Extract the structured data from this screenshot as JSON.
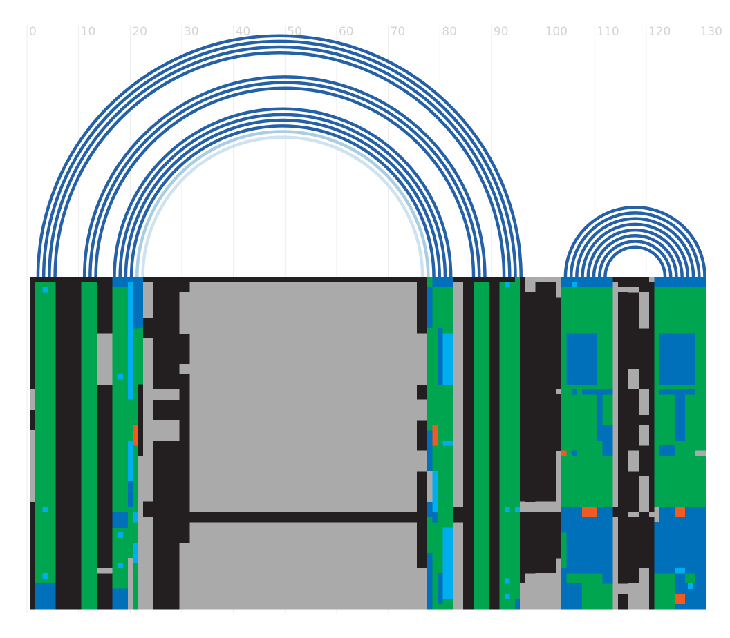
{
  "chart_data": {
    "type": "heatmap",
    "title": "",
    "xlabel": "",
    "ylabel": "",
    "xlim": [
      0,
      131
    ],
    "x_ticks": [
      0,
      10,
      20,
      30,
      40,
      50,
      60,
      70,
      80,
      90,
      100,
      110,
      120,
      130
    ],
    "grid": true,
    "rows": 65,
    "colors": {
      "black": "#231f20",
      "grey": "#aaaaaa",
      "green": "#00a550",
      "blue": "#0070bb",
      "cyan": "#00aeef",
      "orange": "#f15a22",
      "arc_dark": "#2461a8",
      "arc_light": "#a9cde3",
      "arc_faint": "#cfe2ef"
    },
    "columns": [
      {
        "x0": 0,
        "x1": 1,
        "c": "black",
        "o": [
          [
            22,
            26,
            "grey"
          ],
          [
            30,
            44,
            "grey"
          ]
        ]
      },
      {
        "x0": 1,
        "x1": 5,
        "c": "green",
        "o": [
          [
            0,
            1,
            "black"
          ],
          [
            60,
            65,
            "blue"
          ]
        ],
        "p": [
          [
            2,
            2,
            "cyan"
          ],
          [
            45,
            45,
            "cyan"
          ],
          [
            58,
            58,
            "cyan"
          ],
          [
            62,
            62,
            "blue"
          ]
        ]
      },
      {
        "x0": 5,
        "x1": 10,
        "c": "black"
      },
      {
        "x0": 10,
        "x1": 13,
        "c": "green",
        "o": [
          [
            0,
            1,
            "black"
          ]
        ]
      },
      {
        "x0": 13,
        "x1": 16,
        "c": "black",
        "o": [
          [
            11,
            21,
            "grey"
          ],
          [
            57,
            58,
            "grey"
          ]
        ]
      },
      {
        "x0": 16,
        "x1": 19,
        "c": "green",
        "o": [
          [
            0,
            2,
            "blue"
          ],
          [
            46,
            49,
            "blue"
          ],
          [
            61,
            65,
            "blue"
          ]
        ],
        "p": [
          [
            19,
            19,
            "cyan"
          ],
          [
            50,
            50,
            "cyan"
          ],
          [
            56,
            56,
            "cyan"
          ]
        ]
      },
      {
        "x0": 19,
        "x1": 20,
        "c": "cyan",
        "o": [
          [
            0,
            1,
            "blue"
          ],
          [
            24,
            32,
            "green"
          ],
          [
            40,
            45,
            "blue"
          ],
          [
            45,
            55,
            "green"
          ],
          [
            55,
            65,
            "grey"
          ]
        ]
      },
      {
        "x0": 20,
        "x1": 21,
        "c": "green",
        "o": [
          [
            0,
            2,
            "blue"
          ],
          [
            2,
            10,
            "blue"
          ],
          [
            29,
            33,
            "orange"
          ],
          [
            46,
            48,
            "cyan"
          ],
          [
            52,
            56,
            "cyan"
          ]
        ]
      },
      {
        "x0": 21,
        "x1": 22,
        "c": "blue",
        "o": [
          [
            10,
            21,
            "green"
          ],
          [
            21,
            35,
            "black"
          ],
          [
            35,
            65,
            "grey"
          ]
        ]
      },
      {
        "x0": 22,
        "x1": 24,
        "c": "grey",
        "o": [
          [
            0,
            1,
            "black"
          ],
          [
            8,
            12,
            "black"
          ],
          [
            44,
            47,
            "black"
          ]
        ]
      },
      {
        "x0": 24,
        "x1": 29,
        "c": "black",
        "o": [
          [
            22,
            24,
            "grey"
          ],
          [
            28,
            32,
            "grey"
          ]
        ]
      },
      {
        "x0": 29,
        "x1": 31,
        "c": "black",
        "o": [
          [
            3,
            11,
            "grey"
          ],
          [
            17,
            19,
            "grey"
          ],
          [
            52,
            65,
            "grey"
          ]
        ]
      },
      {
        "x0": 31,
        "x1": 76,
        "c": "grey",
        "o": [
          [
            0,
            1,
            "black"
          ],
          [
            46,
            48,
            "black"
          ]
        ]
      },
      {
        "x0": 75,
        "x1": 77,
        "c": "black",
        "o": [
          [
            11,
            21,
            "grey"
          ],
          [
            24,
            28,
            "grey"
          ],
          [
            34,
            38,
            "grey"
          ],
          [
            57,
            65,
            "grey"
          ]
        ]
      },
      {
        "x0": 77,
        "x1": 78,
        "c": "blue",
        "o": [
          [
            0,
            2,
            "green"
          ],
          [
            10,
            30,
            "green"
          ],
          [
            38,
            44,
            "grey"
          ],
          [
            47,
            54,
            "green"
          ]
        ]
      },
      {
        "x0": 78,
        "x1": 79,
        "c": "green",
        "o": [
          [
            0,
            2,
            "blue"
          ],
          [
            29,
            33,
            "orange"
          ],
          [
            38,
            46,
            "cyan"
          ],
          [
            46,
            48,
            "blue"
          ]
        ]
      },
      {
        "x0": 79,
        "x1": 80,
        "c": "green",
        "o": [
          [
            0,
            2,
            "blue"
          ],
          [
            10,
            21,
            "blue"
          ],
          [
            58,
            64,
            "blue"
          ]
        ]
      },
      {
        "x0": 80,
        "x1": 82,
        "c": "green",
        "o": [
          [
            0,
            2,
            "blue"
          ],
          [
            11,
            21,
            "cyan"
          ],
          [
            32,
            33,
            "cyan"
          ],
          [
            49,
            63,
            "cyan"
          ]
        ]
      },
      {
        "x0": 82,
        "x1": 84,
        "c": "grey",
        "o": [
          [
            0,
            1,
            "black"
          ],
          [
            45,
            48,
            "black"
          ]
        ]
      },
      {
        "x0": 84,
        "x1": 86,
        "c": "black"
      },
      {
        "x0": 86,
        "x1": 89,
        "c": "green",
        "o": [
          [
            0,
            1,
            "black"
          ]
        ]
      },
      {
        "x0": 89,
        "x1": 91,
        "c": "black"
      },
      {
        "x0": 91,
        "x1": 94,
        "c": "green",
        "o": [
          [
            0,
            1,
            "black"
          ]
        ],
        "p": [
          [
            1,
            1,
            "cyan"
          ],
          [
            45,
            45,
            "cyan"
          ],
          [
            59,
            59,
            "cyan"
          ],
          [
            62,
            62,
            "cyan"
          ]
        ]
      },
      {
        "x0": 94,
        "x1": 95,
        "c": "blue",
        "o": [
          [
            0,
            63,
            "green"
          ],
          [
            45,
            46,
            "cyan"
          ]
        ]
      },
      {
        "x0": 95,
        "x1": 96,
        "c": "black",
        "o": [
          [
            44,
            46,
            "grey"
          ],
          [
            60,
            65,
            "grey"
          ]
        ]
      },
      {
        "x0": 96,
        "x1": 98,
        "c": "grey",
        "o": [
          [
            3,
            44,
            "black"
          ],
          [
            46,
            58,
            "black"
          ]
        ]
      },
      {
        "x0": 98,
        "x1": 102,
        "c": "black",
        "o": [
          [
            0,
            1,
            "grey"
          ],
          [
            44,
            46,
            "grey"
          ],
          [
            58,
            62,
            "grey"
          ],
          [
            62,
            65,
            "grey"
          ]
        ]
      },
      {
        "x0": 102,
        "x1": 103,
        "c": "grey",
        "o": [
          [
            4,
            22,
            "black"
          ],
          [
            23,
            34,
            "black"
          ],
          [
            46,
            55,
            "black"
          ]
        ]
      },
      {
        "x0": 103,
        "x1": 104,
        "c": "green",
        "o": [
          [
            0,
            2,
            "blue"
          ],
          [
            34,
            35,
            "orange"
          ],
          [
            45,
            50,
            "blue"
          ],
          [
            57,
            65,
            "blue"
          ]
        ]
      },
      {
        "x0": 104,
        "x1": 107,
        "c": "green",
        "o": [
          [
            0,
            2,
            "blue"
          ],
          [
            11,
            21,
            "blue"
          ],
          [
            45,
            58,
            "blue"
          ],
          [
            60,
            65,
            "blue"
          ]
        ],
        "p": [
          [
            1,
            1,
            "cyan"
          ],
          [
            22,
            22,
            "blue"
          ],
          [
            34,
            34,
            "blue"
          ]
        ]
      },
      {
        "x0": 107,
        "x1": 110,
        "c": "green",
        "o": [
          [
            0,
            2,
            "blue"
          ],
          [
            11,
            21,
            "blue"
          ],
          [
            22,
            23,
            "blue"
          ],
          [
            45,
            47,
            "orange"
          ],
          [
            47,
            58,
            "blue"
          ]
        ]
      },
      {
        "x0": 110,
        "x1": 111,
        "c": "green",
        "o": [
          [
            0,
            2,
            "blue"
          ],
          [
            22,
            32,
            "blue"
          ],
          [
            45,
            58,
            "blue"
          ]
        ]
      },
      {
        "x0": 111,
        "x1": 113,
        "c": "green",
        "o": [
          [
            0,
            2,
            "blue"
          ],
          [
            22,
            23,
            "blue"
          ],
          [
            29,
            35,
            "blue"
          ],
          [
            45,
            60,
            "blue"
          ]
        ]
      },
      {
        "x0": 113,
        "x1": 114,
        "c": "grey",
        "o": [
          [
            0,
            1,
            "black"
          ],
          [
            45,
            47,
            "black"
          ]
        ]
      },
      {
        "x0": 114,
        "x1": 116,
        "c": "grey",
        "o": [
          [
            0,
            2,
            "black"
          ],
          [
            3,
            50,
            "black"
          ],
          [
            50,
            60,
            "black"
          ],
          [
            62,
            65,
            "black"
          ]
        ]
      },
      {
        "x0": 116,
        "x1": 118,
        "c": "black",
        "o": [
          [
            2,
            3,
            "grey"
          ],
          [
            18,
            22,
            "grey"
          ],
          [
            34,
            38,
            "grey"
          ],
          [
            46,
            47,
            "grey"
          ],
          [
            60,
            65,
            "grey"
          ]
        ]
      },
      {
        "x0": 118,
        "x1": 120,
        "c": "black",
        "o": [
          [
            3,
            10,
            "grey"
          ],
          [
            22,
            27,
            "grey"
          ],
          [
            29,
            33,
            "grey"
          ],
          [
            39,
            46,
            "grey"
          ],
          [
            57,
            65,
            "grey"
          ]
        ]
      },
      {
        "x0": 120,
        "x1": 121,
        "c": "black",
        "o": [
          [
            0,
            1,
            "grey"
          ],
          [
            46,
            47,
            "grey"
          ]
        ]
      },
      {
        "x0": 121,
        "x1": 122,
        "c": "green",
        "o": [
          [
            0,
            2,
            "blue"
          ],
          [
            45,
            48,
            "grey"
          ],
          [
            48,
            58,
            "blue"
          ]
        ]
      },
      {
        "x0": 122,
        "x1": 125,
        "c": "green",
        "o": [
          [
            0,
            2,
            "blue"
          ],
          [
            11,
            21,
            "blue"
          ],
          [
            22,
            23,
            "blue"
          ],
          [
            33,
            35,
            "blue"
          ],
          [
            45,
            58,
            "blue"
          ]
        ]
      },
      {
        "x0": 125,
        "x1": 127,
        "c": "green",
        "o": [
          [
            0,
            2,
            "blue"
          ],
          [
            11,
            21,
            "blue"
          ],
          [
            22,
            32,
            "blue"
          ],
          [
            45,
            47,
            "orange"
          ],
          [
            47,
            65,
            "blue"
          ],
          [
            57,
            58,
            "cyan"
          ],
          [
            62,
            64,
            "orange"
          ]
        ]
      },
      {
        "x0": 127,
        "x1": 129,
        "c": "green",
        "o": [
          [
            0,
            2,
            "blue"
          ],
          [
            11,
            21,
            "blue"
          ],
          [
            22,
            23,
            "blue"
          ],
          [
            45,
            58,
            "blue"
          ],
          [
            60,
            65,
            "blue"
          ]
        ],
        "p": [
          [
            60,
            60,
            "cyan"
          ]
        ]
      },
      {
        "x0": 129,
        "x1": 131,
        "c": "green",
        "o": [
          [
            0,
            2,
            "blue"
          ],
          [
            34,
            35,
            "grey"
          ],
          [
            45,
            65,
            "blue"
          ]
        ]
      }
    ],
    "arcs": [
      {
        "x0": 1.6,
        "x1": 95.2,
        "c": "arc_dark"
      },
      {
        "x0": 2.7,
        "x1": 94.1,
        "c": "arc_dark"
      },
      {
        "x0": 3.8,
        "x1": 93.0,
        "c": "arc_dark"
      },
      {
        "x0": 4.9,
        "x1": 91.9,
        "c": "arc_dark"
      },
      {
        "x0": 10.6,
        "x1": 88.2,
        "c": "arc_dark"
      },
      {
        "x0": 11.7,
        "x1": 87.1,
        "c": "arc_dark"
      },
      {
        "x0": 12.8,
        "x1": 86.0,
        "c": "arc_dark"
      },
      {
        "x0": 16.4,
        "x1": 81.6,
        "c": "arc_dark"
      },
      {
        "x0": 17.5,
        "x1": 80.5,
        "c": "arc_dark"
      },
      {
        "x0": 18.6,
        "x1": 79.4,
        "c": "arc_dark"
      },
      {
        "x0": 19.7,
        "x1": 78.3,
        "c": "arc_dark"
      },
      {
        "x0": 20.8,
        "x1": 77.2,
        "c": "arc_light"
      },
      {
        "x0": 21.9,
        "x1": 76.1,
        "c": "arc_faint"
      },
      {
        "x0": 103.8,
        "x1": 130.8,
        "c": "arc_dark"
      },
      {
        "x0": 104.9,
        "x1": 129.7,
        "c": "arc_dark"
      },
      {
        "x0": 106.0,
        "x1": 128.6,
        "c": "arc_dark"
      },
      {
        "x0": 107.1,
        "x1": 127.5,
        "c": "arc_dark"
      },
      {
        "x0": 108.2,
        "x1": 126.4,
        "c": "arc_dark"
      },
      {
        "x0": 109.3,
        "x1": 125.3,
        "c": "arc_dark"
      },
      {
        "x0": 110.4,
        "x1": 124.2,
        "c": "arc_dark"
      },
      {
        "x0": 111.5,
        "x1": 123.1,
        "c": "arc_dark"
      }
    ]
  }
}
